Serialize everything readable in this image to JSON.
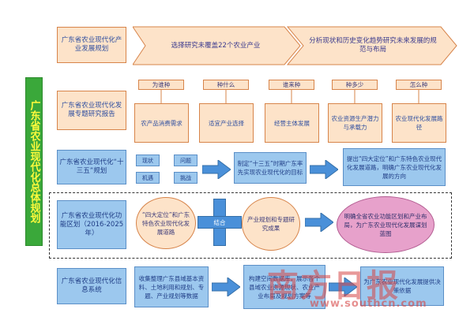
{
  "vertical_title": "广东省农业现代化总体规划",
  "rows": {
    "r1": {
      "title": "广东省农业现代化产业发展规划",
      "chevrons": [
        "选择研究未覆盖22个农业产业",
        "分析现状和历史变化趋势研究未来发展的规范与布局"
      ]
    },
    "r2": {
      "title": "广东省农业现代化发展专题研究报告",
      "tabs": [
        "为谁种",
        "种什么",
        "谁来种",
        "种多少",
        "怎么种"
      ],
      "boxes": [
        "农产品消费需求",
        "适宜产业选择",
        "经营主体发展",
        "农业资源生产潜力与承载力",
        "农业现代化发展路径"
      ]
    },
    "r3": {
      "title": "广东省农业现代化“十三五”规划",
      "tags": [
        "现状",
        "问题",
        "机遇",
        "挑战"
      ],
      "mid": "制定“十三五”时期广东率先实现农业现代化的目标",
      "right": "提出“四大定位”和广东特色农业现代化发展道路，明确广东农业现代化发展的方向"
    },
    "r4": {
      "title": "广东省农业现代化功能区划（2016-2025年）",
      "circle1": "“四大定位”和广东特色农业现代化发展道路",
      "plus": "结合",
      "circle2": "产业规划和专题研究成果",
      "ellipse": "明确全省农业功能区划和产业布局，为广东农业现代化发展谋划蓝图"
    },
    "r5": {
      "title": "广东省农业现代化信息系统",
      "box1": "收集整理广东县域基本资料、土地利用和规划、专题、产业规划等数据",
      "box2": "构建空间数据库，展示各个县域农业资源现状、农业产业布局及规划方案等",
      "box3": "为广东农业现代化发展提供决策依据"
    }
  },
  "watermark": {
    "brand": "南方日报",
    "url": "www.southcn.com"
  },
  "colors": {
    "green_title": "#3aa83a",
    "title_text": "#fffa3c",
    "orange_fill": "#fde3c9",
    "orange_border": "#d7844a",
    "blue_fill": "#9cc8ee",
    "blue_arrow": "#4a90d9",
    "pink": "#e7a1cb"
  }
}
